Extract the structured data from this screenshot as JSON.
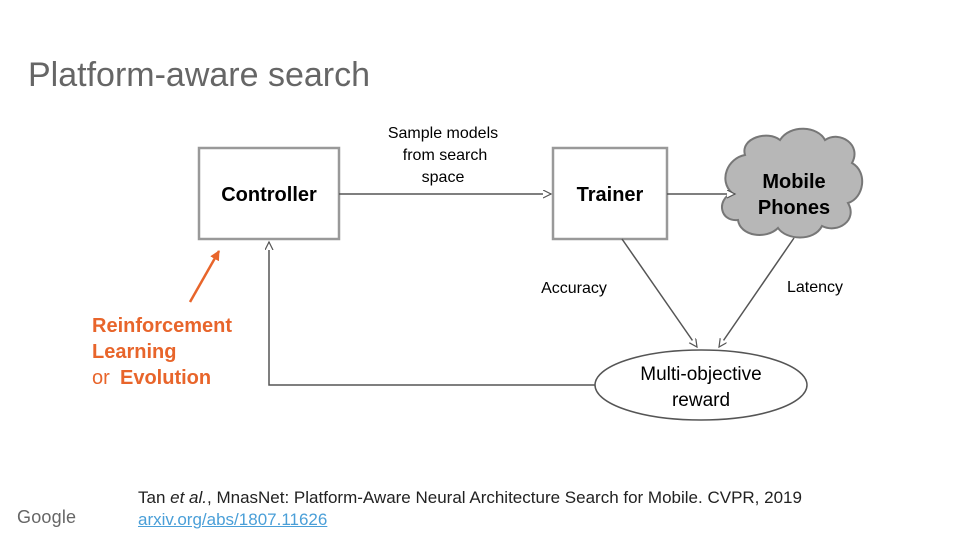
{
  "slide": {
    "title": "Platform-aware search"
  },
  "diagram": {
    "nodes": {
      "controller": "Controller",
      "trainer": "Trainer",
      "mobile_phones": [
        "Mobile",
        "Phones"
      ],
      "reward": [
        "Multi-objective",
        "reward"
      ]
    },
    "edge_labels": {
      "sample": [
        "Sample models",
        "from search",
        "space"
      ],
      "accuracy": "Accuracy",
      "latency": "Latency"
    },
    "annotation": {
      "line1": "Reinforcement",
      "line2": "Learning",
      "or": "or",
      "line3": "Evolution"
    },
    "colors": {
      "accent": "#e8652b",
      "box_border": "#999999",
      "cloud_fill": "#b7b7b7",
      "link": "#4a9fd8"
    }
  },
  "citation": {
    "authors": "Tan",
    "etal": "et al.",
    "text": ", MnasNet: Platform-Aware Neural Architecture Search for Mobile. CVPR, 2019",
    "link": "arxiv.org/abs/1807.11626"
  },
  "branding": {
    "logo": "Google"
  }
}
